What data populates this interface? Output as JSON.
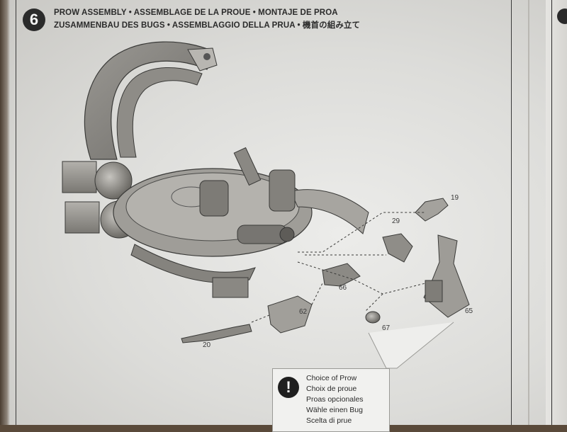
{
  "step": {
    "number": "6",
    "title_line_1": "PROW ASSEMBLY • ASSEMBLAGE DE LA PROUE • MONTAJE DE PROA",
    "title_line_2": "ZUSAMMENBAU DES BUGS • ASSEMBLAGGIO DELLA PRUA • 機首の組み立て"
  },
  "parts": {
    "p19": "19",
    "p29": "29",
    "p66": "66",
    "p62": "62",
    "p67": "67",
    "p65": "65",
    "p20": "20"
  },
  "callout": {
    "icon": "!",
    "lines": [
      "Choice of Prow",
      "Choix de proue",
      "Proas opcionales",
      "Wähle einen Bug",
      "Scelta di prue"
    ]
  }
}
